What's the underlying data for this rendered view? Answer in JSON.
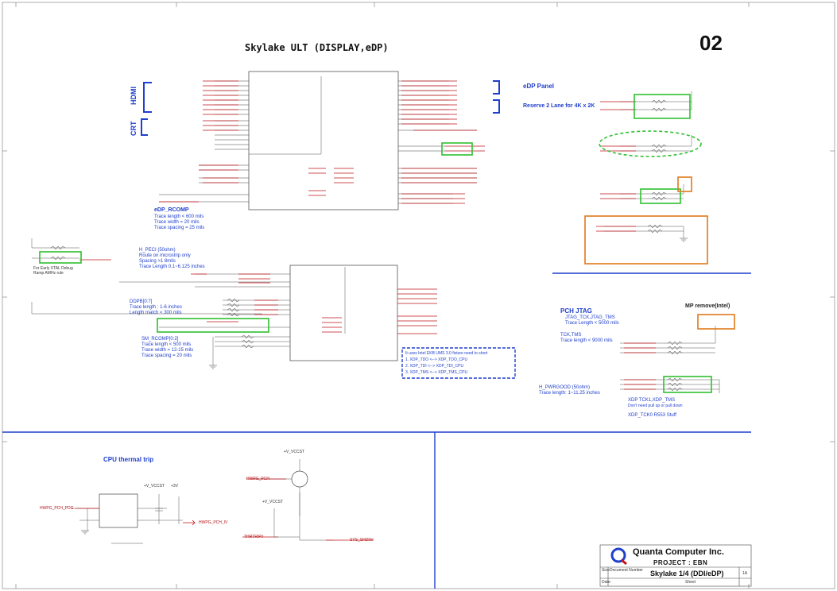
{
  "header": {
    "title": "Skylake ULT (DISPLAY,eDP)",
    "page_number": "02"
  },
  "left_block": {
    "hdmi_label": "HDMI",
    "crt_label": "CRT",
    "edp_rcomp": {
      "title": "eDP_RCOMP",
      "lines": [
        "Trace length < 600 mils",
        "Trace width = 20 mils",
        "Trace spacing = 25 mils"
      ]
    },
    "h_proc_note": {
      "title": "H_PECI (50ohm)",
      "lines": [
        "Route on microstrip only",
        "Spacing >1 8mils",
        "Trace Length 0.1~6.125 inches"
      ]
    },
    "debug_note": [
      "For Early XTAL Debug",
      "Ramp AMHz rule"
    ],
    "sm_rcomp": {
      "title": "SM_RCOMP[0:2]",
      "lines": [
        "Trace length < 500 mils",
        "Trace width = 12-15 mils",
        "Trace spacing = 20 mils"
      ]
    },
    "ddi_note": [
      "Trace length : 1-6 inches",
      "Length match < 300 mils"
    ],
    "ddi_title": "DDPB[0:7]"
  },
  "right_block": {
    "edp_panel": "eDP Panel",
    "reserve_note": "Reserve 2 Lane for 4K x 2K",
    "pch_jtag": {
      "title": "PCH JTAG",
      "lines": [
        "JTAG_TCK,JTAG_TMS",
        "Trace Length < 5000 mils"
      ]
    },
    "tck_tms": {
      "title": "TCK,TMS",
      "lines": [
        "Trace length < 9000 mils"
      ]
    },
    "mp_remove": "MP remove(Intel)",
    "h_pwrgood": {
      "title": "H_PWRGOOD (50ohm)",
      "lines": [
        "Trace length: 1~11.25 inches"
      ]
    },
    "xdp_notes": [
      "XDP TCK1,XDP_TMS",
      "Don't need pull up or pull down",
      "XDP_TCK0 R553 Stuff"
    ],
    "boundary_note": [
      "It uses Intel EKB UMS 3.0 fixture need to short",
      "1. XDP_TDO <--> XDP_TDO_CPU",
      "2. XDP_TDI <--> XDP_TDI_CPU",
      "3. XDP_TMS <--> XDP_TMS_CPU"
    ]
  },
  "bottom_block": {
    "cpu_thermal_trip": "CPU thermal trip",
    "net_labels": [
      "HWPG_PCH",
      "+V_VCCST",
      "+3V",
      "THRTRIP#",
      "HWPG_PCH_PDG",
      "SYS_SHDN#",
      "+V_VCCST",
      "THRTRIP#",
      "HWPG_PCH_IV"
    ]
  },
  "title_block": {
    "company": "Quanta Computer Inc.",
    "project_label": "PROJECT : EBN",
    "sheet_name": "Skylake 1/4 (DDI/eDP)",
    "rev": "1A",
    "size": "Size",
    "doc_number_label": "Document Number",
    "date_label": "Date:",
    "sheet_label": "Sheet"
  },
  "colors": {
    "wire_blue": "#1f3fcc",
    "net_red": "#c0161b",
    "highlight_green": "#2fbf2f",
    "highlight_orange": "#e07a1a",
    "ink": "#222222"
  }
}
